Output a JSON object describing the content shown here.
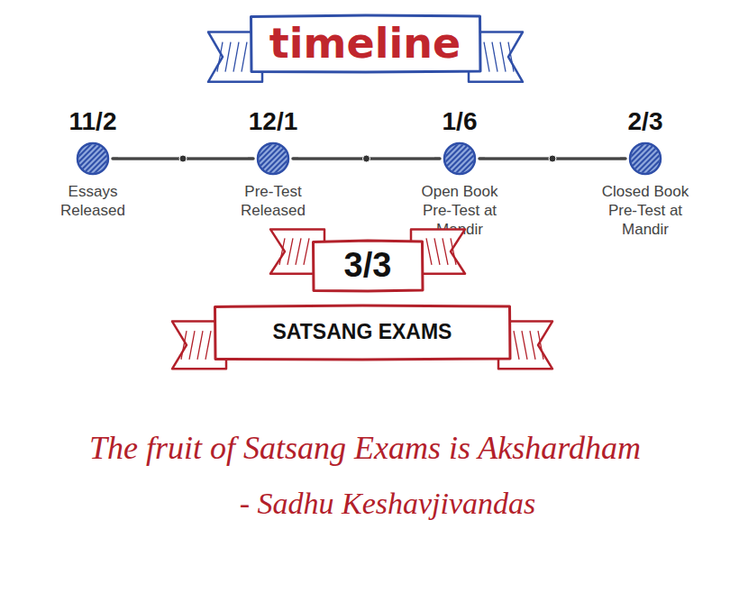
{
  "diagram": {
    "nodes": [
      {
        "text": [
          "timeline"
        ]
      },
      {
        "text": [
          "11/2",
          "Essays Released"
        ]
      },
      {
        "text": [
          "12/1",
          "Pre-Test Released"
        ]
      },
      {
        "text": [
          "1/6",
          "Open Book Pre-Test at Mandir"
        ]
      },
      {
        "text": [
          "2/3",
          "Closed Book Pre-Test at Mandir"
        ]
      },
      {
        "text": [
          "3/3"
        ]
      },
      {
        "text": [
          "SATSANG EXAMS"
        ]
      }
    ],
    "edges": [
      {
        "from": 1,
        "to": 2,
        "arrow": "none"
      },
      {
        "from": 2,
        "to": 3,
        "arrow": "none"
      },
      {
        "from": 3,
        "to": 4,
        "arrow": "none"
      }
    ],
    "labels": [
      "The fruit of Satsang Exams is Akshardham",
      "- Sadhu Keshavjivandas"
    ]
  }
}
